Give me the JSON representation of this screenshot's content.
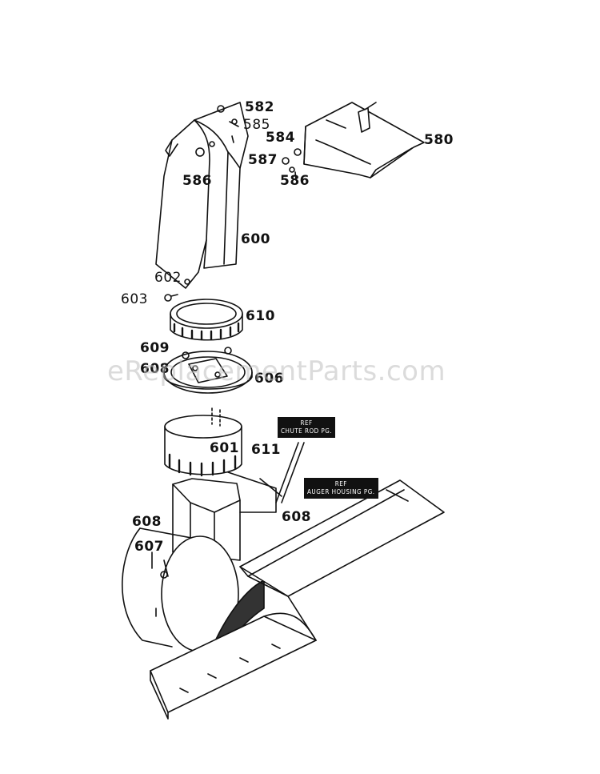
{
  "diagram": {
    "part_labels": [
      {
        "id": "582",
        "text": "582"
      },
      {
        "id": "585",
        "text": "585"
      },
      {
        "id": "584",
        "text": "584"
      },
      {
        "id": "580",
        "text": "580"
      },
      {
        "id": "587",
        "text": "587"
      },
      {
        "id": "586a",
        "text": "586"
      },
      {
        "id": "586b",
        "text": "586"
      },
      {
        "id": "600",
        "text": "600"
      },
      {
        "id": "602",
        "text": "602"
      },
      {
        "id": "603",
        "text": "603"
      },
      {
        "id": "610",
        "text": "610"
      },
      {
        "id": "609",
        "text": "609"
      },
      {
        "id": "608a",
        "text": "608"
      },
      {
        "id": "606",
        "text": "606"
      },
      {
        "id": "601",
        "text": "601"
      },
      {
        "id": "611",
        "text": "611"
      },
      {
        "id": "608b",
        "text": "608"
      },
      {
        "id": "608c",
        "text": "608"
      },
      {
        "id": "607",
        "text": "607"
      }
    ],
    "ref_boxes": [
      {
        "id": "chute",
        "line1": "REF",
        "line2": "CHUTE ROD PG."
      },
      {
        "id": "auger",
        "line1": "REF",
        "line2": "AUGER HOUSING PG."
      }
    ],
    "watermark": "eReplacementParts.com"
  }
}
